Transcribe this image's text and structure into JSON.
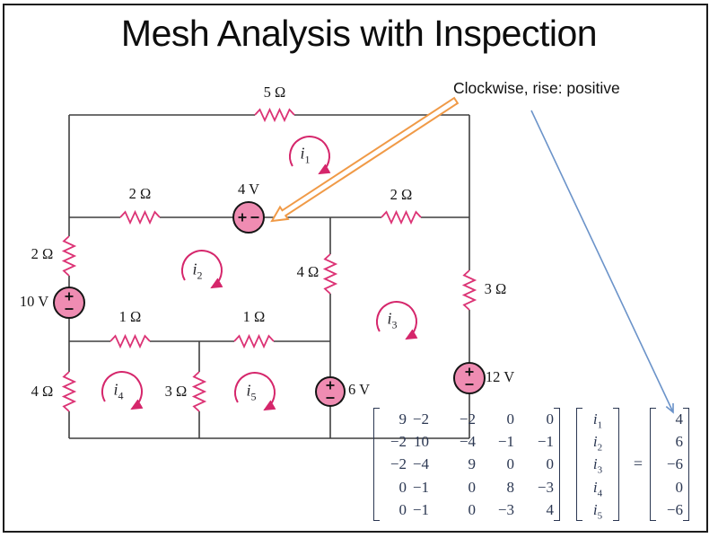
{
  "title": "Mesh Analysis with Inspection",
  "annotation": {
    "text": "Clockwise, rise: positive"
  },
  "circuit": {
    "labels": {
      "top_5ohm": "5 Ω",
      "mid_left_2ohm": "2 Ω",
      "source_4v": "4 V",
      "mid_right_2ohm": "2 Ω",
      "left_wall_2ohm": "2 Ω",
      "source_10v": "10 V",
      "center_4ohm": "4 Ω",
      "right_wall_3ohm": "3 Ω",
      "bottom_left_1ohm": "1 Ω",
      "bottom_right_1ohm": "1 Ω",
      "left_wall_4ohm": "4 Ω",
      "center_3ohm": "3 Ω",
      "source_6v": "6 V",
      "source_12v": "12 V"
    },
    "mesh_currents": {
      "i1": {
        "base": "i",
        "sub": "1"
      },
      "i2": {
        "base": "i",
        "sub": "2"
      },
      "i3": {
        "base": "i",
        "sub": "3"
      },
      "i4": {
        "base": "i",
        "sub": "4"
      },
      "i5": {
        "base": "i",
        "sub": "5"
      }
    }
  },
  "matrix_equation": {
    "coefficients": [
      [
        9,
        -2,
        -2,
        0,
        0
      ],
      [
        -2,
        10,
        -4,
        -1,
        -1
      ],
      [
        -2,
        -4,
        9,
        0,
        0
      ],
      [
        0,
        -1,
        0,
        8,
        -3
      ],
      [
        0,
        -1,
        0,
        -3,
        4
      ]
    ],
    "unknowns": [
      {
        "base": "i",
        "sub": "1"
      },
      {
        "base": "i",
        "sub": "2"
      },
      {
        "base": "i",
        "sub": "3"
      },
      {
        "base": "i",
        "sub": "4"
      },
      {
        "base": "i",
        "sub": "5"
      }
    ],
    "equals": "=",
    "rhs": [
      4,
      6,
      -6,
      0,
      -6
    ]
  },
  "colors": {
    "wire": "#3f3f3f",
    "resistor_pink": "#dc3375",
    "mesh_arrow_pink": "#d5266b",
    "source_fill": "#ef8cb2",
    "source_stroke": "#151515",
    "arrow_orange": "#f09a47",
    "arrow_blue": "#6b93c9",
    "matrix_ink": "#2b3752"
  }
}
